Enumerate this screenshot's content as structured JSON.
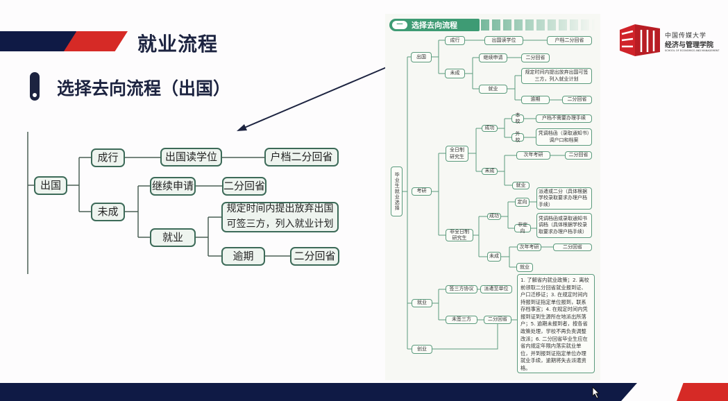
{
  "slide": {
    "title": "就业流程",
    "subtitle": "选择去向流程（出国）"
  },
  "logo": {
    "school_cn": "中国传媒大学",
    "college_cn": "经济与管理学院",
    "college_en": "SCHOOL OF ECONOMICS AND MANAGEMENT"
  },
  "left_diagram": {
    "abroad": "出国",
    "success": "成行",
    "study_abroad": "出国读学位",
    "hukou_return": "户档二分回省",
    "fail": "未成",
    "continue_apply": "继续申请",
    "return_province_1": "二分回省",
    "employment": "就业",
    "deadline_note_1": "规定时间内提出放弃出国",
    "deadline_note_2": "可签三方，列入就业计划",
    "overdue": "逾期",
    "return_province_2": "二分回省"
  },
  "right_diagram": {
    "header_num": "一",
    "header": "选择去向流程",
    "root": "毕业生就业选择",
    "abroad": {
      "label": "出国",
      "success": "成行",
      "study_abroad": "出国读学位",
      "hukou_return": "户档二分回省",
      "fail": "未成",
      "continue_apply": "继续申请",
      "return_province": "二分回省",
      "employment": "就业",
      "deadline_note": "规定时间内提出放弃出国可签三方，列入就业计划",
      "overdue": "逾期",
      "overdue_return": "二分回省"
    },
    "kaoyan": {
      "label": "考研",
      "fulltime": "全日制研究生",
      "ft_success": "成功",
      "ft_own_school": "本校",
      "ft_own_school_note": "户档不需要办理手续",
      "ft_other_school": "外校",
      "ft_other_school_note": "凭调档函（录取通知书）调户口和档案",
      "ft_fail": "未成",
      "ft_next_year": "次年考研",
      "ft_next_year_return": "二分回省",
      "ft_employment": "就业",
      "parttime": "非全日制研究生",
      "pt_success": "成功",
      "pt_directed": "定向",
      "pt_directed_note": "派遣或二分（具体根据学校录取要求办理户档手续）",
      "pt_non_directed": "非定向",
      "pt_non_directed_note": "凭调档函或录取通知书调档（具体根据学校录取要求办理户档手续）",
      "pt_fail": "未成",
      "pt_next_year": "次年考研",
      "pt_next_year_return": "二分回省",
      "pt_employment": "就业"
    },
    "employment": {
      "label": "就业",
      "signed": "签三方协议",
      "dispatch": "派遣至单位",
      "unsigned": "未签三方",
      "return_province": "二分回省",
      "notes": "1. 了解省内就业政策；2. 离校前领取二分回省就业报到证、户口迁移证；3. 在规定时间内持报到证指定单位报到，联系存档事宜；4. 在规定时间内凭报到证到生源所在地派出所落户；5. 逾期未报到者，按各省政策处理，学校不再负责调整改派；6. 二分回省毕业生应在省内规定年限内落实就业单位，并到报到证指定单位办理就业手续，逾期将失去派遣资格。"
    },
    "startup": "创业"
  },
  "colors": {
    "navy": "#0f1a45",
    "red": "#d62a26",
    "green": "#3e9b74"
  }
}
